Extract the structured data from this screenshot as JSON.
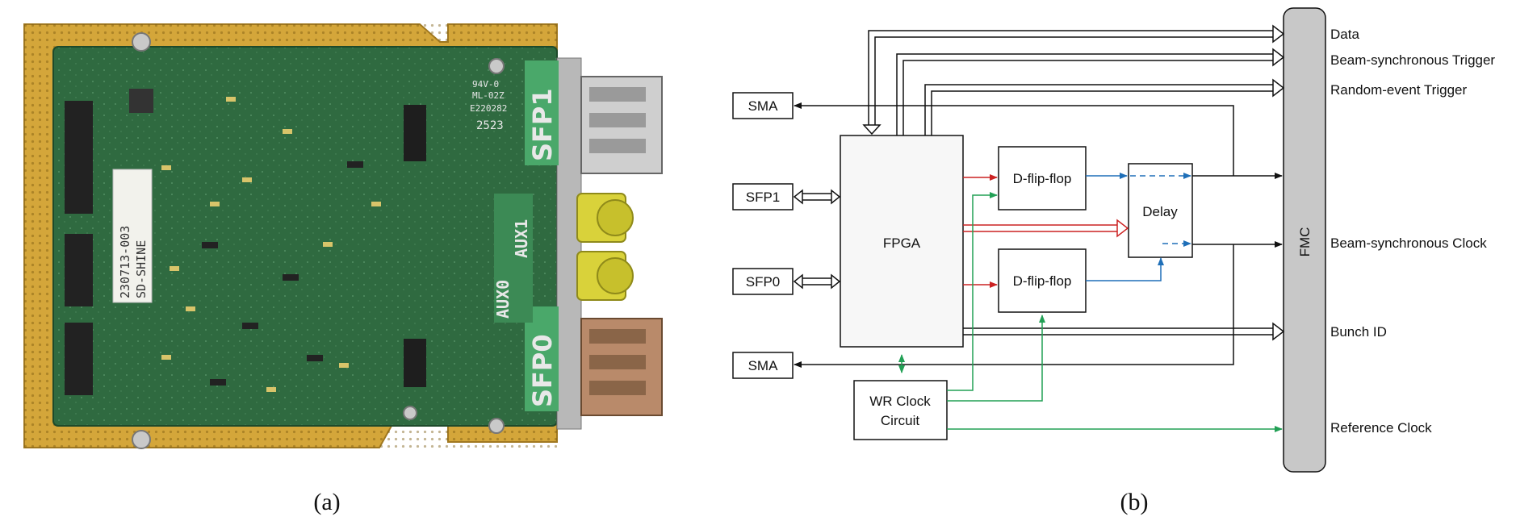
{
  "captions": {
    "a": "(a)",
    "b": "(b)"
  },
  "photo": {
    "labels": {
      "sfp1": "SFP1",
      "sfp0": "SFP0",
      "aux0": "AUX0",
      "aux1": "AUX1",
      "sticker_line1": "230713-003",
      "sticker_line2": "SD-SHINE",
      "batch": "2523",
      "cert_code": "E220282",
      "rating": "94V-0",
      "board_id": "ML-02Z"
    }
  },
  "diagram": {
    "blocks": {
      "fpga": "FPGA",
      "dff_top": "D-flip-flop",
      "dff_bottom": "D-flip-flop",
      "delay": "Delay",
      "wr_clock_line1": "WR Clock",
      "wr_clock_line2": "Circuit",
      "fmc": "FMC",
      "sma_top": "SMA",
      "sfp1": "SFP1",
      "sfp0": "SFP0",
      "sma_bottom": "SMA"
    },
    "outputs": {
      "data": "Data",
      "beam_trigger": "Beam-synchronous Trigger",
      "random_trigger": "Random-event Trigger",
      "beam_clock": "Beam-synchronous Clock",
      "bunch_id": "Bunch ID",
      "ref_clock": "Reference Clock"
    },
    "colors": {
      "data_path": "#cc2222",
      "clock_path": "#22a055",
      "delay_path": "#1f6fb8",
      "fmc_fill": "#c8c8c8",
      "line": "#111111"
    }
  }
}
